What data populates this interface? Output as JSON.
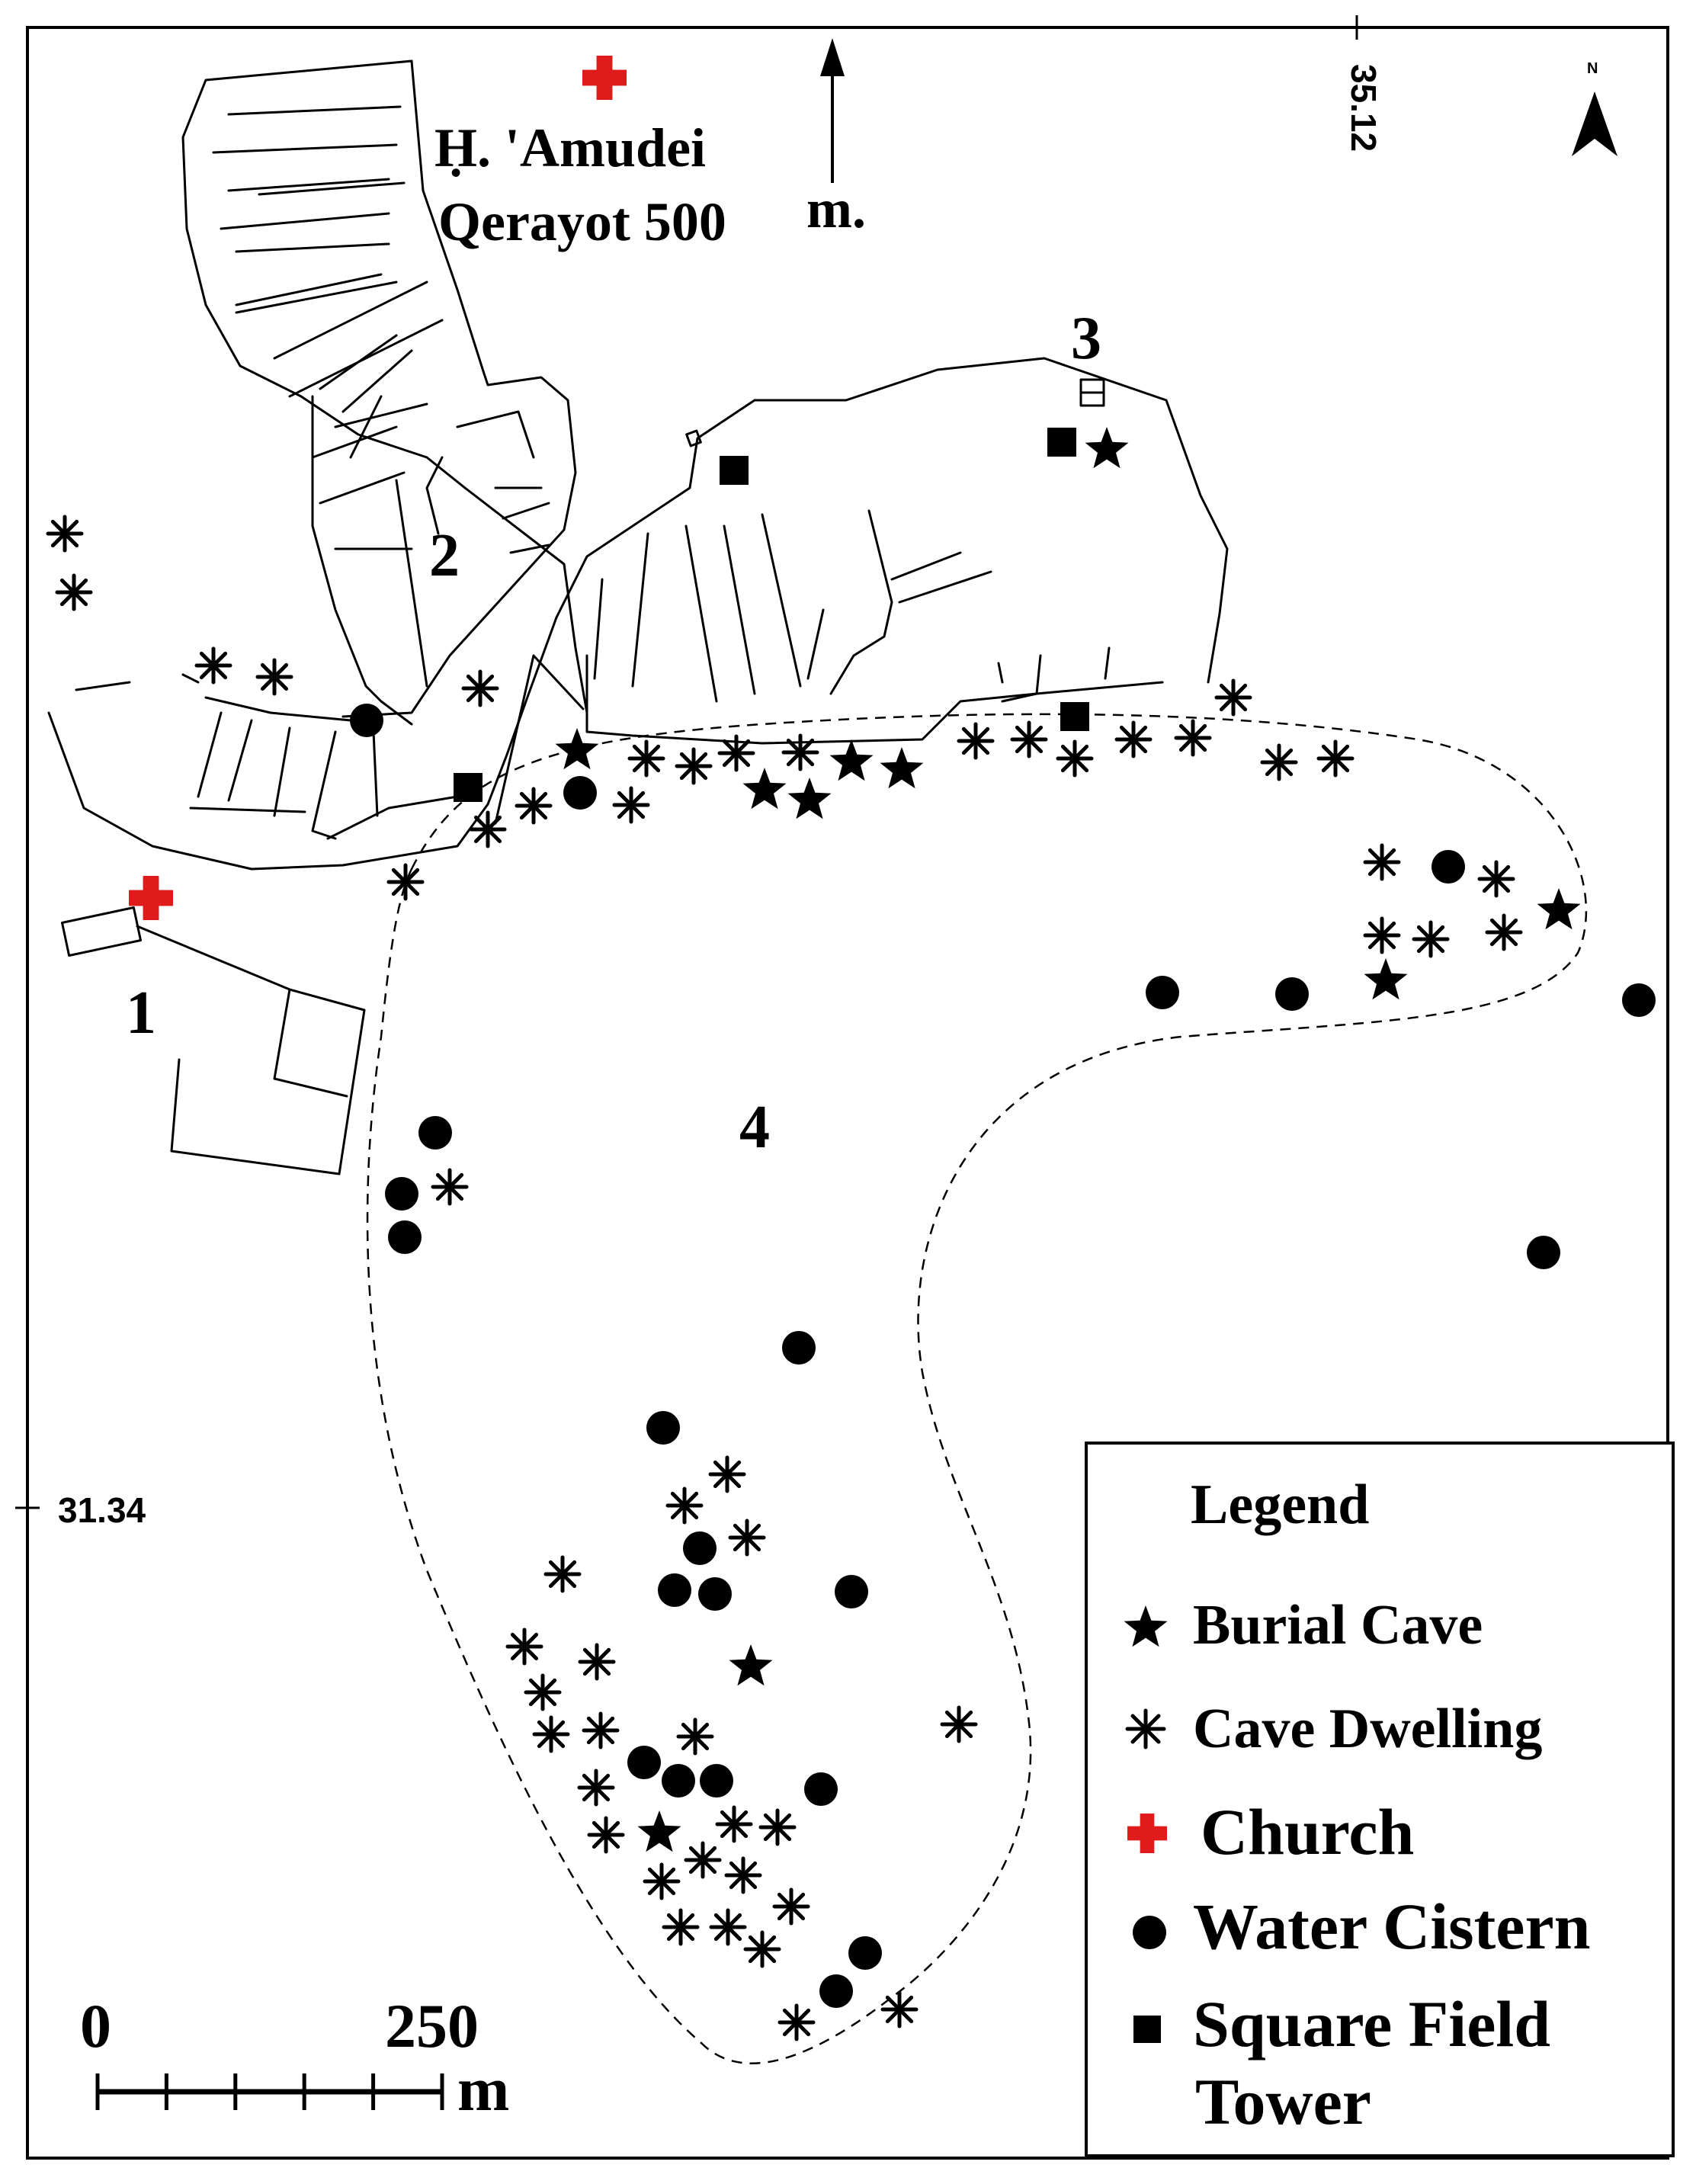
{
  "site": {
    "title_line1": "Ḥ. 'Amudei",
    "title_line2": "Qerayot 500",
    "north_arrow_unit": "m."
  },
  "north_indicator": {
    "label": "N"
  },
  "coordinates": {
    "longitude": "35.12",
    "latitude": "31.34"
  },
  "area_labels": [
    "1",
    "2",
    "3",
    "4"
  ],
  "legend": {
    "title": "Legend",
    "items": [
      {
        "symbol": "star",
        "label": "Burial Cave"
      },
      {
        "symbol": "asterisk",
        "label": "Cave Dwelling"
      },
      {
        "symbol": "cross",
        "label": "Church",
        "color": "#e01b1b"
      },
      {
        "symbol": "circle",
        "label": "Water Cistern"
      },
      {
        "symbol": "square",
        "label": "Square Field",
        "label2": "Tower"
      }
    ]
  },
  "scale_bar": {
    "start": "0",
    "end": "250",
    "unit": "m"
  },
  "colors": {
    "church": "#e01b1b",
    "ink": "#000000"
  }
}
